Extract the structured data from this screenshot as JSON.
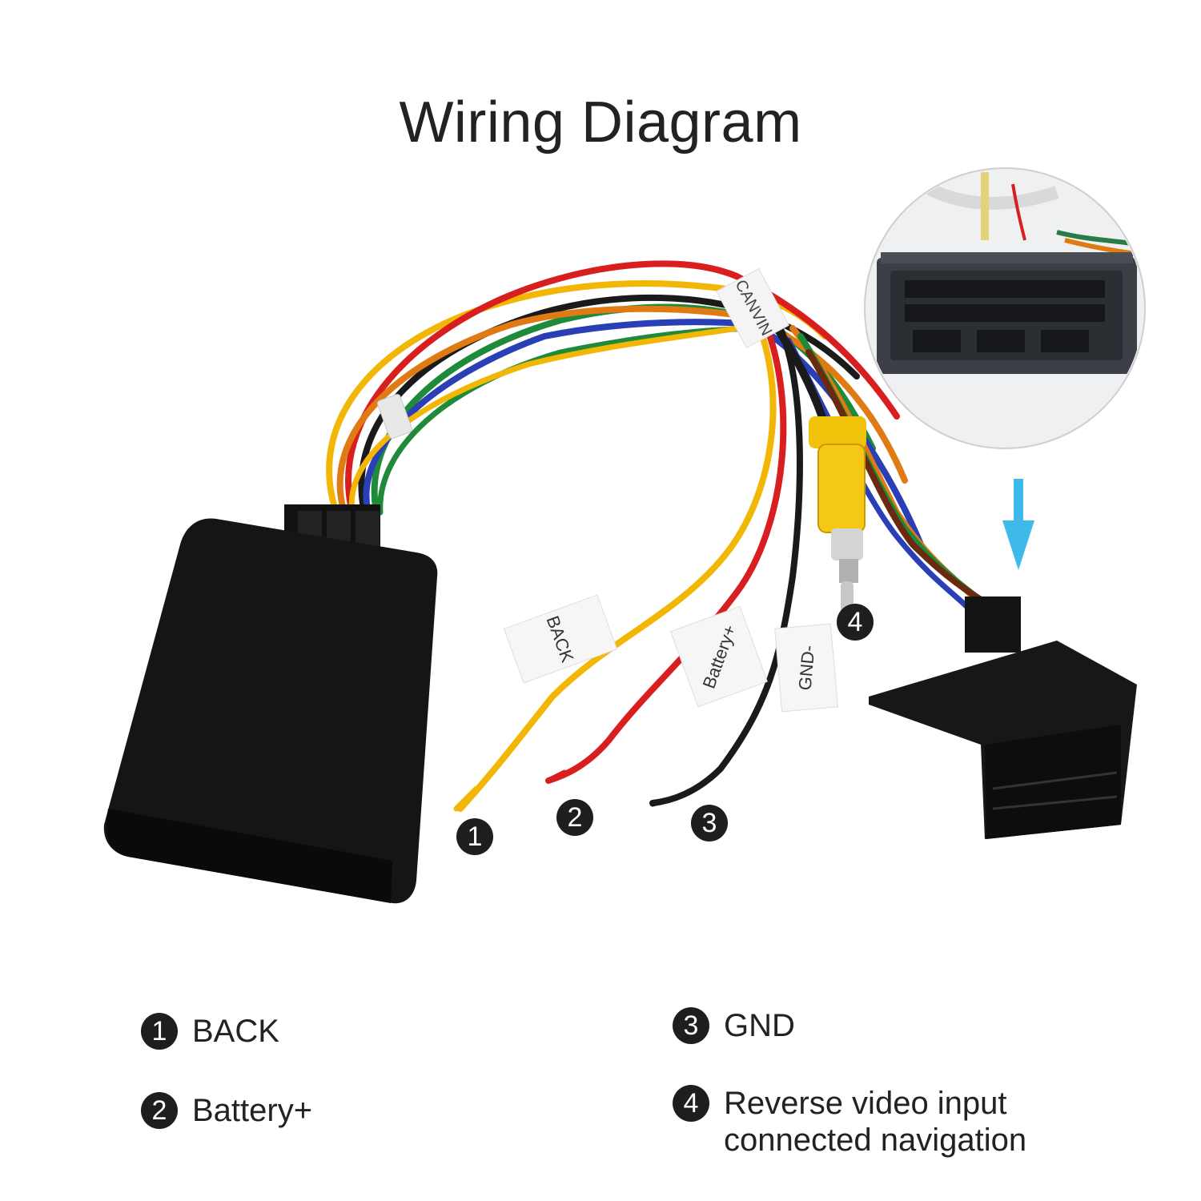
{
  "title": "Wiring Diagram",
  "wire_tags": {
    "back": "BACK",
    "battery": "Battery+",
    "gnd": "GND-",
    "can": "CANVIN"
  },
  "callouts": [
    "1",
    "2",
    "3",
    "4"
  ],
  "legend": [
    {
      "num": "1",
      "label": "BACK"
    },
    {
      "num": "2",
      "label": "Battery+"
    },
    {
      "num": "3",
      "label": "GND"
    },
    {
      "num": "4",
      "label": "Reverse video input",
      "label2": "connected navigation"
    }
  ],
  "colors": {
    "yellow_wire": "#f2b705",
    "red_wire": "#d81e1e",
    "black_wire": "#1a1a1a",
    "green_wire": "#1f8a3a",
    "orange_wire": "#e07a12",
    "blue_wire": "#2a3fb5",
    "arrow": "#3fb8ea",
    "module": "#151515"
  },
  "icons": [
    "down-arrow-icon"
  ]
}
